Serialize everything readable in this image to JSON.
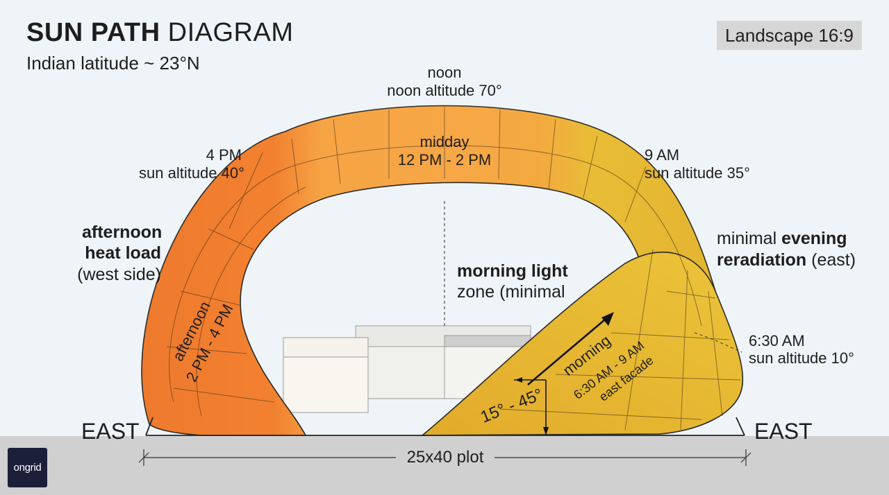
{
  "header": {
    "title_bold": "SUN PATH",
    "title_light": "DIAGRAM",
    "subtitle": "Indian latitude ~ 23°N",
    "format_badge": "Landscape 16:9"
  },
  "labels": {
    "noon": "noon",
    "noon_altitude": "noon altitude 70°",
    "pm4_time": "4 PM",
    "pm4_altitude": "sun altitude 40°",
    "am9_time": "9 AM",
    "am9_altitude": "sun altitude 35°",
    "am630_time": "6:30 AM",
    "am630_altitude": "sun altitude 10°",
    "midday_name": "midday",
    "midday_range": "12 PM - 2 PM",
    "afternoon_name": "afternoon",
    "afternoon_range": "2 PM - 4 PM",
    "morning_name": "morning",
    "morning_range": "6:30 AM - 9 AM",
    "morning_facade": "east facade",
    "angle_range": "15° - 45°",
    "heat_line1": "afternoon",
    "heat_line2": "heat load",
    "heat_line3": "(west side)",
    "morning_zone_line1": "morning light",
    "morning_zone_line2": "zone (minimal",
    "evening_light": "minimal",
    "evening_bold": "evening",
    "evening_line2_bold": "reradiation",
    "evening_line2_light": "(east)",
    "east_left": "EAST",
    "east_right": "EAST",
    "plot_size": "25x40 plot"
  },
  "brand": {
    "logo_text": "ongrid"
  },
  "colors": {
    "background": "#eef4f8",
    "afternoon_band": "#f07f31",
    "midday_band": "#f6a444",
    "morning_band": "#e9be35",
    "footer_band": "#d0d0d0"
  }
}
